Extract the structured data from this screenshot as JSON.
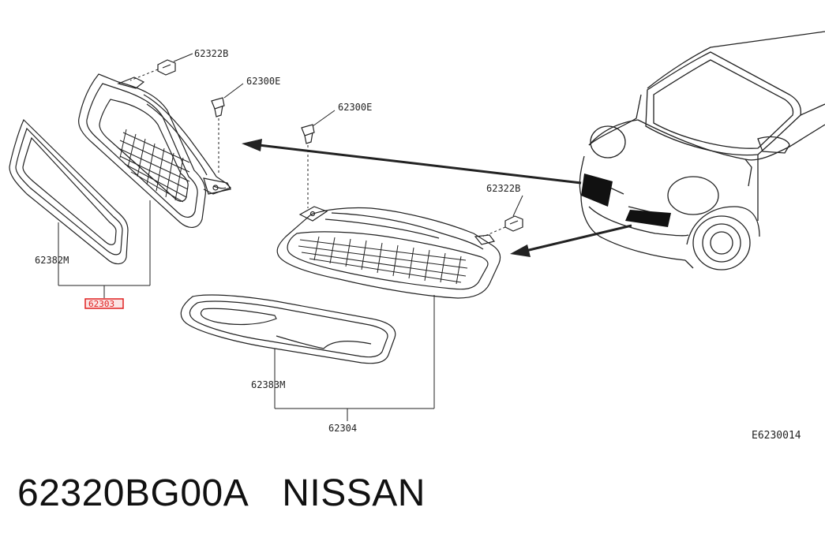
{
  "labels": {
    "clip_upper": "62322B",
    "fastener_upper": "62300E",
    "fastener_center": "62300E",
    "clip_right": "62322B",
    "upper_frame": "62382M",
    "upper_grille_highlight": "62303",
    "lower_frame": "62383M",
    "lower_grille": "62304",
    "diagram_code": "E6230014"
  },
  "footer": {
    "part_number": "62320BG00A",
    "brand": "NISSAN"
  },
  "colors": {
    "line": "#222222",
    "highlight": "#e02020",
    "highlight_fill": "#fbe4e4",
    "marker": "#111111"
  }
}
